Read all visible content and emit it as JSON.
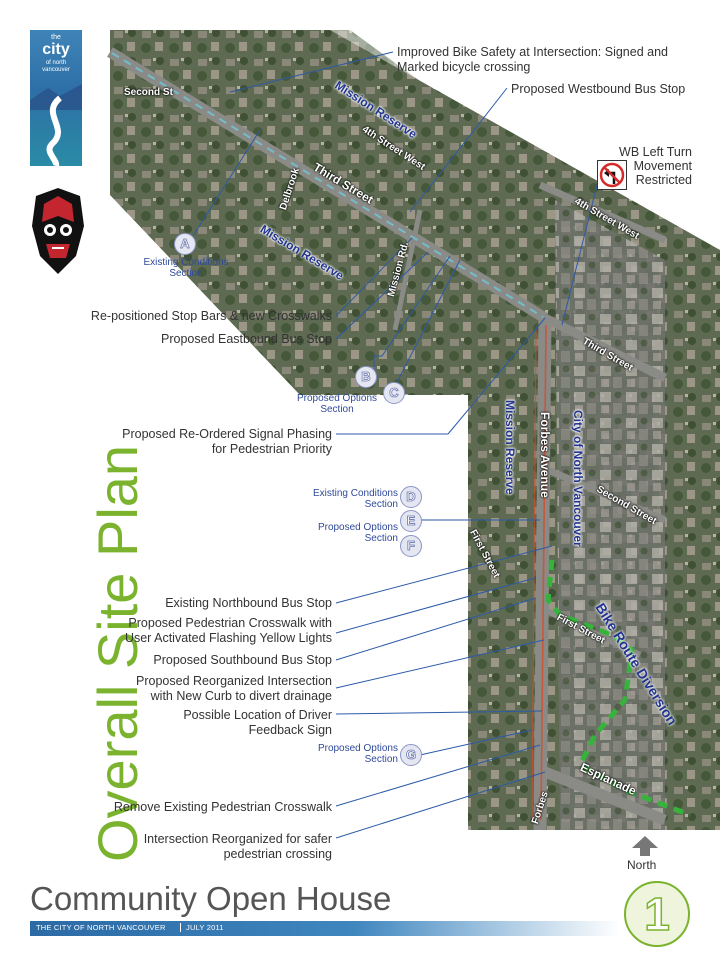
{
  "logo": {
    "line1": "the",
    "line2": "city",
    "line3": "of north",
    "line4": "vancouver"
  },
  "title": "Overall Site Plan",
  "footer": {
    "heading": "Community Open House",
    "org": "THE CITY OF NORTH VANCOUVER",
    "date": "JULY 2011",
    "page": "1"
  },
  "north": {
    "label": "North",
    "icon": "north-arrow-icon"
  },
  "map_labels": {
    "second_st": "Second St",
    "mission_reserve_top": "Mission Reserve",
    "fourth_street_west_a": "4th Street West",
    "third_street": "Third Street",
    "delbrook": "Delbrook",
    "mission_reserve_mid": "Mission Reserve",
    "mission_rd": "Mission Rd.",
    "fourth_street_west_b": "4th Street West",
    "third_street_east": "Third Street",
    "mission_reserve_vert": "Mission Reserve",
    "forbes_avenue": "Forbes Avenue",
    "city_of_north_vancouver": "City of North Vancouver",
    "second_street": "Second Street",
    "first_street_w": "First Street",
    "first_street_e": "First Street",
    "bike_route_diversion": "Bike Route Diversion",
    "esplanade": "Esplanade",
    "forbes": "Forbes"
  },
  "callouts": {
    "bike_safety_1": "Improved Bike Safety at Intersection: Signed and",
    "bike_safety_2": "Marked bicycle crossing",
    "westbound_stop": "Proposed Westbound Bus Stop",
    "wb_left_1": "WB Left Turn",
    "wb_left_2": "Movement",
    "wb_left_3": "Restricted",
    "stop_bars": "Re-positioned Stop Bars & new Crosswalks",
    "eastbound_stop": "Proposed Eastbound Bus Stop",
    "signal_1": "Proposed Re-Ordered Signal Phasing",
    "signal_2": "for Pedestrian Priority",
    "northbound_stop": "Existing Northbound Bus Stop",
    "ped_cross_1": "Proposed Pedestrian Crosswalk with",
    "ped_cross_2": "User Activated Flashing Yellow Lights",
    "southbound_stop": "Proposed Southbound Bus Stop",
    "reorg_1": "Proposed Reorganized Intersection",
    "reorg_2": "with New Curb to divert drainage",
    "feedback_1": "Possible Location of Driver",
    "feedback_2": "Feedback Sign",
    "remove_cross": "Remove Existing Pedestrian Crosswalk",
    "safer_1": "Intersection Reorganized for safer",
    "safer_2": "pedestrian crossing"
  },
  "sections": {
    "existing_1": "Existing Conditions",
    "existing_2": "Section",
    "proposed_1": "Proposed Options",
    "proposed_2": "Section",
    "A": "A",
    "B": "B",
    "C": "C",
    "D": "D",
    "E": "E",
    "F": "F",
    "G": "G"
  },
  "colors": {
    "title_green": "#7bb32e",
    "reserve_blue": "#23358f",
    "bike_route_green": "#35b33b",
    "footer_blue": "#2c6aa5"
  }
}
